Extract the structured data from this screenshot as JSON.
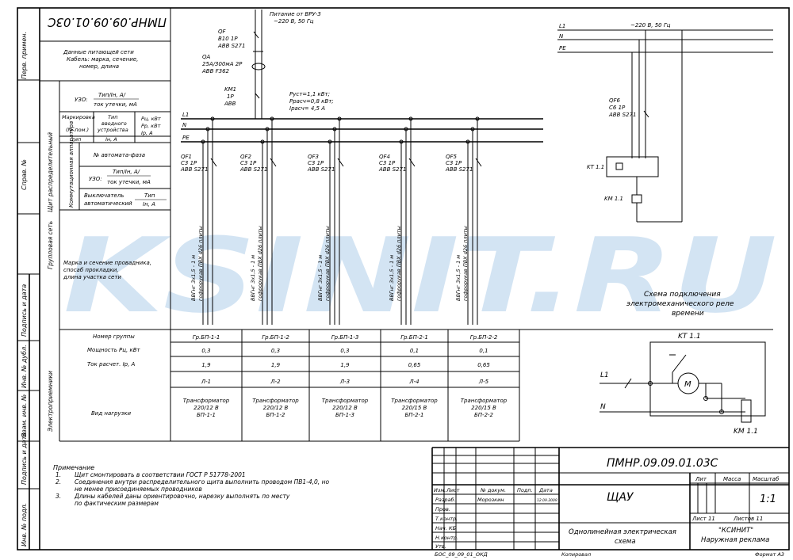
{
  "doc_code": "ПМНР.09.09.01.03С",
  "doc_code_rot": "ПМНР.09.09.01.03С",
  "side_labels": [
    "Перв. примен.",
    "Справ. №",
    "Подпись и дата",
    "Инв. № дубл.",
    "Взам. инв. №",
    "Подпись и дата",
    "Инв. № подл."
  ],
  "left_headers": {
    "panel": "Щит распределительный",
    "switching": "Коммутационная аппаратура",
    "group_net": "Групповая сеть",
    "receivers": "Электроприемники"
  },
  "left_cells": {
    "supply": [
      "Данные питающей сети",
      "Кабель: марка, сечение,",
      "номер, длина"
    ],
    "uzo1_label": "УЗО:",
    "uzo1_top": "Тип/Iн, А/",
    "uzo1_bot": "ток утечки, мА",
    "marking_top": "Маркировка",
    "marking_mid": "(№ пом.)",
    "marking_bot": "тип",
    "input_dev": [
      "Тип",
      "вводного",
      "устройства"
    ],
    "input_params": [
      "Рц, кВт",
      "Рр, кВт",
      "Iр, А"
    ],
    "input_inom": "Iн, А",
    "breaker_phase": "№ автомата-фаза",
    "uzo2_label": "УЗО:",
    "uzo2_top": "Тип/Iн, А/",
    "uzo2_bot": "ток утечки, мА",
    "switch_label": [
      "Выключатель",
      "автоматический"
    ],
    "switch_right": [
      "Тип",
      "Iн, А"
    ],
    "cable_info": [
      "Марка и сечение провадника,",
      "спосаб прокладки,",
      "длина участка сети"
    ]
  },
  "table_rows": [
    "Номер группы",
    "Мощность Рц, кВт",
    "Ток расчет. Iр, А",
    "",
    "Вид нагрузки"
  ],
  "groups": [
    {
      "num": "Гр.БП-1-1",
      "power": "0,3",
      "current": "1,9",
      "line": "Л-1",
      "load": [
        "Трансформатор",
        "220/12 В",
        "БП-1-1"
      ],
      "qf": [
        "QF1",
        "C3 1P",
        "ABB S271"
      ],
      "cable": [
        "ВВГнг 3х1,5 - 1 м",
        "гофрорукав ПВХ d26 плиты"
      ]
    },
    {
      "num": "Гр.БП-1-2",
      "power": "0,3",
      "current": "1,9",
      "line": "Л-2",
      "load": [
        "Трансформатор",
        "220/12 В",
        "БП-1-2"
      ],
      "qf": [
        "QF2",
        "C3 1P",
        "ABB S271"
      ],
      "cable": [
        "ВВГнг 3х1,5 - 1 м",
        "гофрорукав ПВХ d26 плиты"
      ]
    },
    {
      "num": "Гр.БП-1-3",
      "power": "0,3",
      "current": "1,9",
      "line": "Л-3",
      "load": [
        "Трансформатор",
        "220/12 В",
        "БП-1-3"
      ],
      "qf": [
        "QF3",
        "C3 1P",
        "ABB S271"
      ],
      "cable": [
        "ВВГнг 3х1,5 - 1 м",
        "гофрорукав ПВХ d26 плиты"
      ]
    },
    {
      "num": "Гр.БП-2-1",
      "power": "0,1",
      "current": "0,65",
      "line": "Л-4",
      "load": [
        "Трансформатор",
        "220/15 В",
        "БП-2-1"
      ],
      "qf": [
        "QF4",
        "C3 1P",
        "ABB S271"
      ],
      "cable": [
        "ВВГнг 3х1,5 - 1 м",
        "гофрорукав ПВХ d26 плиты"
      ]
    },
    {
      "num": "Гр.БП-2-2",
      "power": "0,1",
      "current": "0,65",
      "line": "Л-5",
      "load": [
        "Трансформатор",
        "220/15 В",
        "БП-2-2"
      ],
      "qf": [
        "QF5",
        "C3 1P",
        "ABB S271"
      ],
      "cable": [
        "ВВГнг 3х1,5 - 1 м",
        "гофрорукав ПВХ d26 плиты"
      ]
    }
  ],
  "supply": {
    "title": [
      "Питание от ВРУ-3",
      "~220 В, 50 Гц"
    ],
    "qf": [
      "QF",
      "B10 1P",
      "ABB S271"
    ],
    "qa": [
      "QA",
      "25А/300мА 2P",
      "ABB F362"
    ],
    "km": [
      "KM1",
      "1P",
      "ABB"
    ],
    "params": [
      "Руст=1,1 кВт;",
      "Ррасч=0,8 кВт;",
      "Iрасч= 4,5 А"
    ],
    "buses": [
      "L1",
      "N",
      "PE"
    ]
  },
  "relay": {
    "supply": "~220 В, 50 Гц",
    "buses": [
      "L1",
      "N",
      "PE"
    ],
    "qf6": [
      "QF6",
      "C6 1P",
      "ABB S271"
    ],
    "kt": "KT 1.1",
    "km": "KM 1.1",
    "caption": [
      "Схема подключения",
      "электромеханического реле",
      "времени"
    ],
    "kt2": "KT 1.1",
    "l1": "L1",
    "n": "N",
    "m": "M",
    "km2": "KM 1.1"
  },
  "notes": {
    "title": "Примечание",
    "items": [
      [
        "1.",
        "Щит смонтировать в соответствии ГОСТ Р 51778-2001"
      ],
      [
        "2.",
        "Соединения внутри распределительного щита выполнить проводом ПВ1-4,0, но"
      ],
      [
        "",
        "не менее присоединяемых проводников"
      ],
      [
        "3.",
        "Длины кабелей даны ориентировочно, нарезку выполнять по месту"
      ],
      [
        "",
        "по фактическим размерам"
      ]
    ]
  },
  "stamp": {
    "code": "ПМНР.09.09.01.03С",
    "name": "ЩАУ",
    "head": [
      "Изм.",
      "Лист",
      "№ докум.",
      "Подп.",
      "Дата"
    ],
    "roles": [
      "Разраб.",
      "Пров.",
      "Т.контр.",
      "Нач. КБ",
      "Н.контр.",
      "Утв."
    ],
    "developer": "Морозкин",
    "date": "12.09.2009",
    "lit": "Лит",
    "mass": "Масса",
    "scale": "Масштаб",
    "scale_val": "1:1",
    "sheet": "Лист 11",
    "sheets": "Листов 11",
    "title": [
      "Однолинейная электрическая",
      "схема"
    ],
    "company": [
      "\"КСИНИТ\"",
      "Наружная реклама"
    ],
    "bottom_left": "БОС_09_09_01_ОКД",
    "copied": "Копировал",
    "format": "Формат А3"
  },
  "watermark": "KSINIT.RU"
}
